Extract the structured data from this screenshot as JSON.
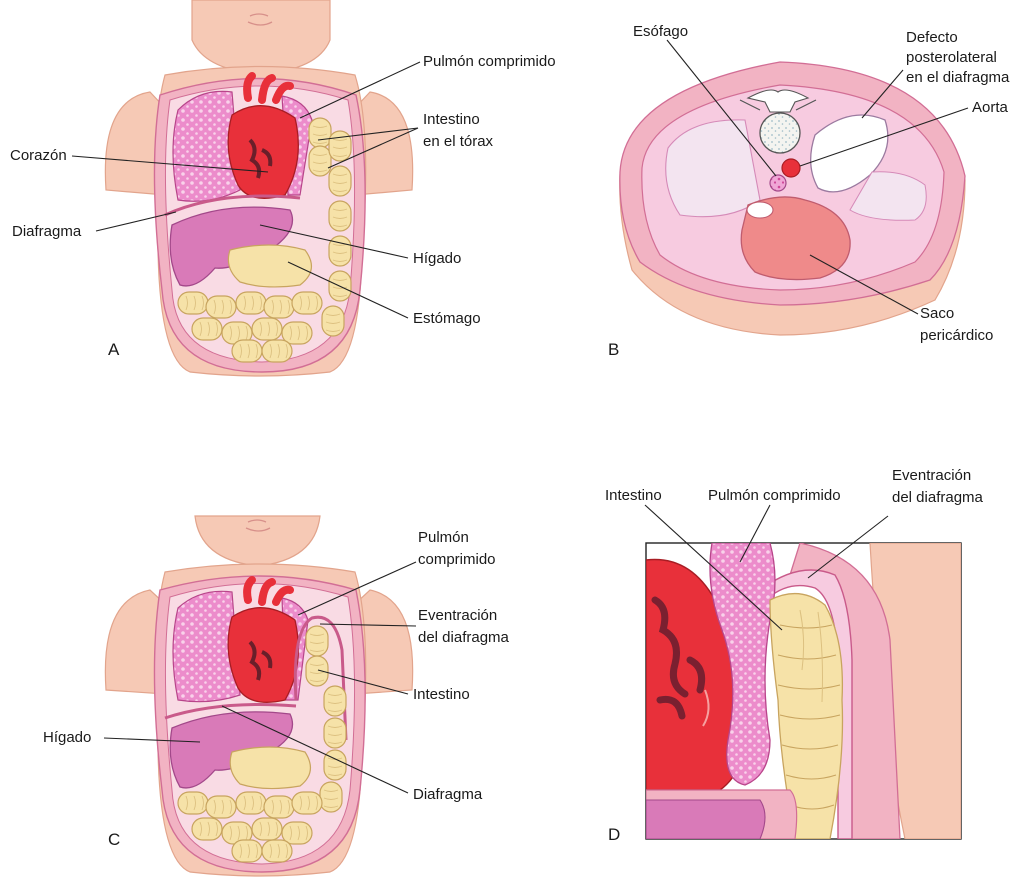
{
  "panels": {
    "A": {
      "letter": "A",
      "labels": {
        "pulmon": "Pulmón comprimido",
        "intestino_1": "Intestino",
        "intestino_2": "en el tórax",
        "corazon": "Corazón",
        "diafragma": "Diafragma",
        "higado": "Hígado",
        "estomago": "Estómago"
      }
    },
    "B": {
      "letter": "B",
      "labels": {
        "esofago": "Esófago",
        "defecto_1": "Defecto",
        "defecto_2": "posterolateral",
        "defecto_3": "en el diafragma",
        "aorta": "Aorta",
        "saco_1": "Saco",
        "saco_2": "pericárdico"
      }
    },
    "C": {
      "letter": "C",
      "labels": {
        "pulmon_1": "Pulmón",
        "pulmon_2": "comprimido",
        "eventracion_1": "Eventración",
        "eventracion_2": "del diafragma",
        "intestino": "Intestino",
        "higado": "Hígado",
        "diafragma": "Diafragma"
      }
    },
    "D": {
      "letter": "D",
      "labels": {
        "intestino": "Intestino",
        "pulmon": "Pulmón comprimido",
        "eventracion_1": "Eventración",
        "eventracion_2": "del diafragma"
      }
    }
  },
  "colors": {
    "skin": "#f6c9b5",
    "body_wall": "#f2b3c3",
    "cavity": "#f9dbe4",
    "lung": "#e77cc0",
    "heart": "#e8303a",
    "liver": "#d97ab8",
    "bowel": "#f6e2a8",
    "pericardium": "#ef8a8a"
  }
}
